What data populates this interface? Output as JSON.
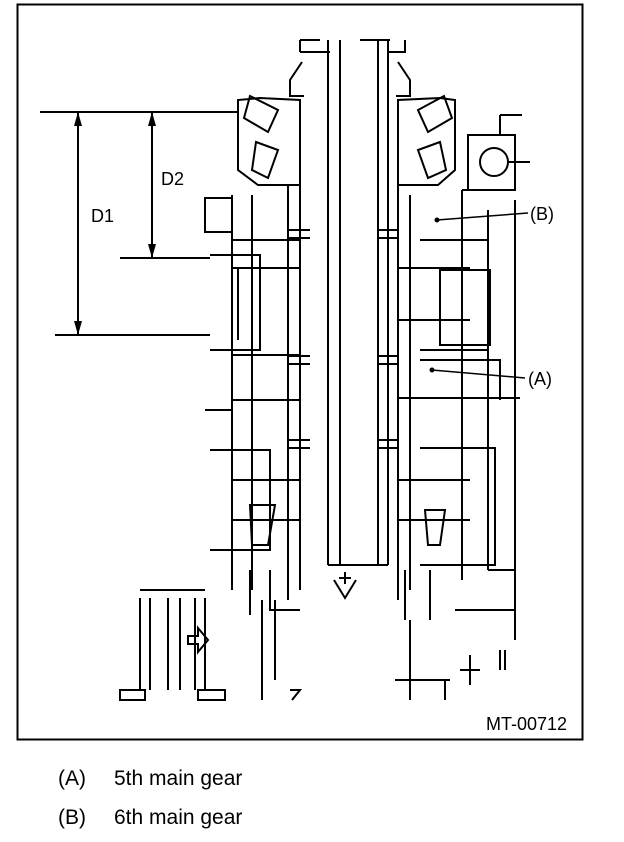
{
  "figure": {
    "dimension_labels": {
      "d1": "D1",
      "d2": "D2"
    },
    "callouts": {
      "a": "(A)",
      "b": "(B)"
    },
    "figure_id": "MT-00712"
  },
  "legend": {
    "items": [
      {
        "key": "(A)",
        "text": "5th main gear"
      },
      {
        "key": "(B)",
        "text": "6th main gear"
      }
    ]
  }
}
